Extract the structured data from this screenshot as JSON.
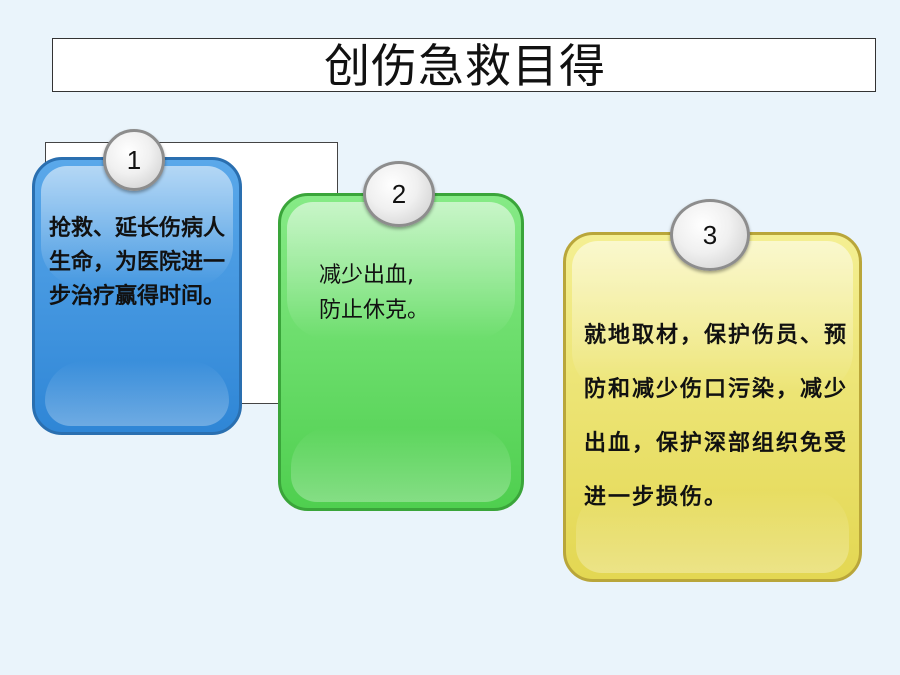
{
  "slide": {
    "title": "创伤急救目得"
  },
  "cards": [
    {
      "number": "1",
      "text": "抢救、延长伤病人生命，为医院进一步治疗赢得时间。",
      "color": "#3d92dc"
    },
    {
      "number": "2",
      "text": "减少出血,\n防止休克。",
      "color": "#6ad86a"
    },
    {
      "number": "3",
      "text": "就地取材，保护伤员、预防和减少伤口污染，减少出血，保护深部组织免受进一步损伤。",
      "color": "#ece37a"
    }
  ]
}
